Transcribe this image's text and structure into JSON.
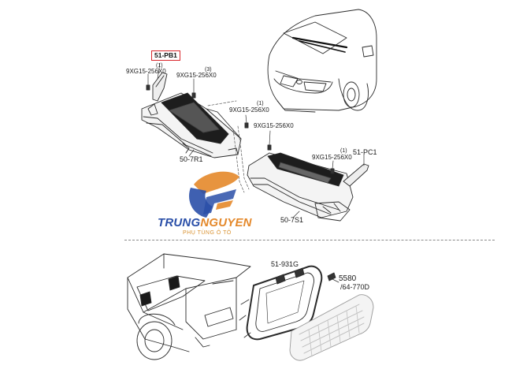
{
  "brand": {
    "name_part1": "TRUNG",
    "name_part2": "NGUYEN",
    "tagline": "PHỤ TÙNG Ô TÔ",
    "colors": {
      "blue": "#2a4fa8",
      "orange": "#e4882a"
    }
  },
  "labels": {
    "part_51pb1": "51-PB1",
    "qty1_a": "(1)",
    "bolt_a": "9XG15-256X0",
    "qty3": "(3)",
    "bolt_b": "9XG15-256X0",
    "qty1_b": "(1)",
    "bolt_c": "9XG15-256X0",
    "bolt_d": "9XG15-256X0",
    "qty1_c": "(1)",
    "bolt_e": "9XG15-256X0",
    "part_51pc1": "51-PC1",
    "part_507r1": "50-7R1",
    "part_507s1": "50-7S1",
    "part_51931g": "51-931G",
    "part_5580": "5580",
    "part_64770d": "/64-770D"
  },
  "highlight_color": "#d9262c"
}
